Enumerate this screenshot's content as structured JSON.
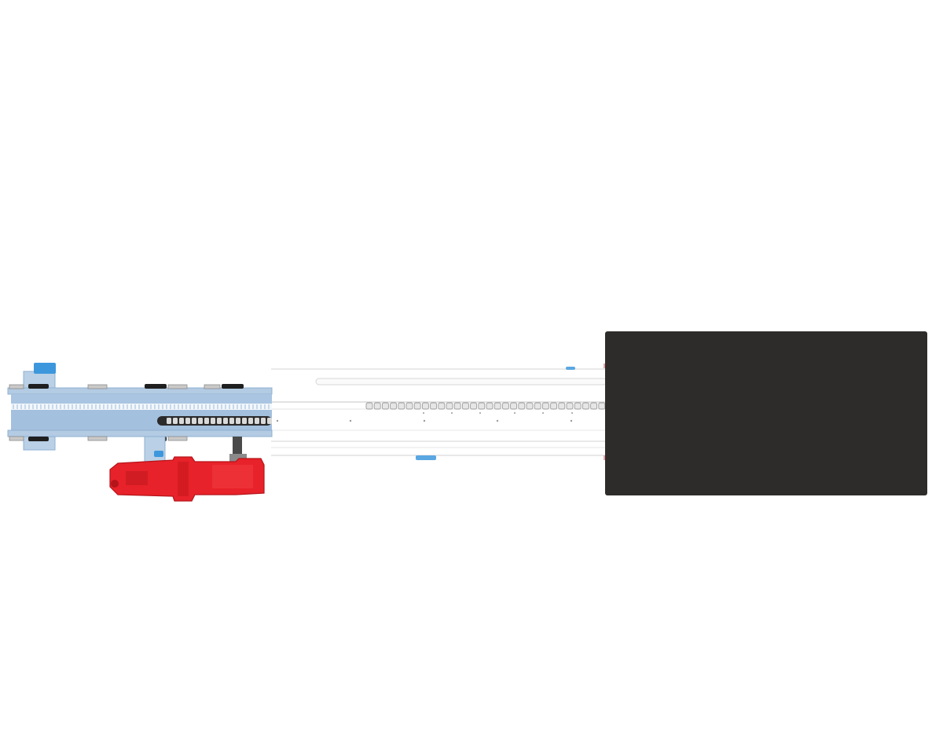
{
  "scene": {
    "subject": "industrial-chain-conveyor-render",
    "colors": {
      "background": "#ffffff",
      "frame": "#a8c4e0",
      "frame_dark": "#7f9fc0",
      "motor": "#e8222a",
      "motor_dark": "#b5141b",
      "panel": "#2e2c2a",
      "rail": "#e6e6e6",
      "chain": "#bdbdbd",
      "clamp": "#3d97dc",
      "bracket": "#1f1f1f"
    },
    "components": [
      "drive-frame",
      "gear-motor",
      "chain-rail",
      "roller-chain",
      "dark-panel"
    ]
  }
}
